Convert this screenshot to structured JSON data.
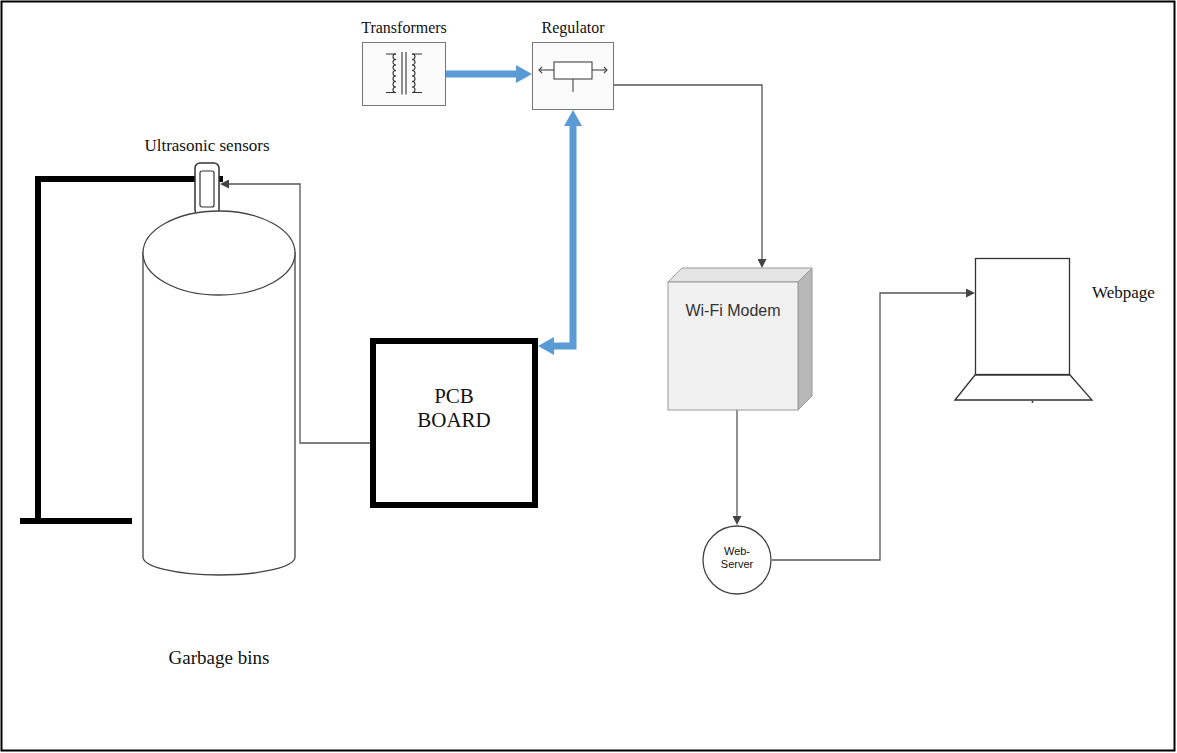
{
  "diagram": {
    "nodes": [
      {
        "text": [
          "Ultrasonic sensors"
        ]
      },
      {
        "text": [
          "Transformers"
        ]
      },
      {
        "text": [
          "Regulator"
        ]
      },
      {
        "text": [
          "Garbage bins"
        ]
      },
      {
        "text": [
          "PCB BOARD"
        ]
      },
      {
        "text": [
          "Wi-Fi Modem"
        ]
      },
      {
        "text": [
          "Web-Server"
        ]
      },
      {
        "text": [
          "Webpage"
        ]
      }
    ],
    "edges": [
      {
        "from": 1,
        "to": 2,
        "arrow": "to"
      },
      {
        "from": 2,
        "to": 4,
        "arrow": "both"
      },
      {
        "from": 4,
        "to": 0,
        "arrow": "to"
      },
      {
        "from": 2,
        "to": 5,
        "arrow": "to"
      },
      {
        "from": 5,
        "to": 6,
        "arrow": "to"
      },
      {
        "from": 6,
        "to": 7,
        "arrow": "to"
      }
    ]
  }
}
